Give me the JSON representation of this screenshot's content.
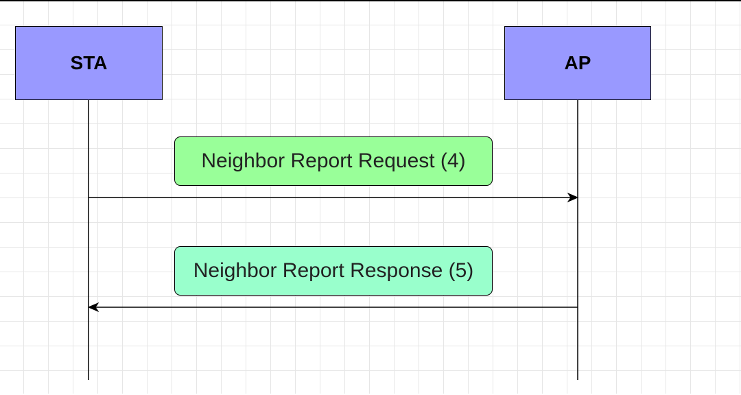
{
  "diagram": {
    "actors": [
      {
        "label": "STA",
        "color": "#9999ff"
      },
      {
        "label": "AP",
        "color": "#9999ff"
      }
    ],
    "messages": [
      {
        "label": "Neighbor Report Request (4)",
        "from": "STA",
        "to": "AP",
        "color": "#99ff99"
      },
      {
        "label": "Neighbor Report Response (5)",
        "from": "AP",
        "to": "STA",
        "color": "#99ffcc"
      }
    ],
    "line_color": "#000000",
    "grid_color": "#e6e6e6"
  }
}
